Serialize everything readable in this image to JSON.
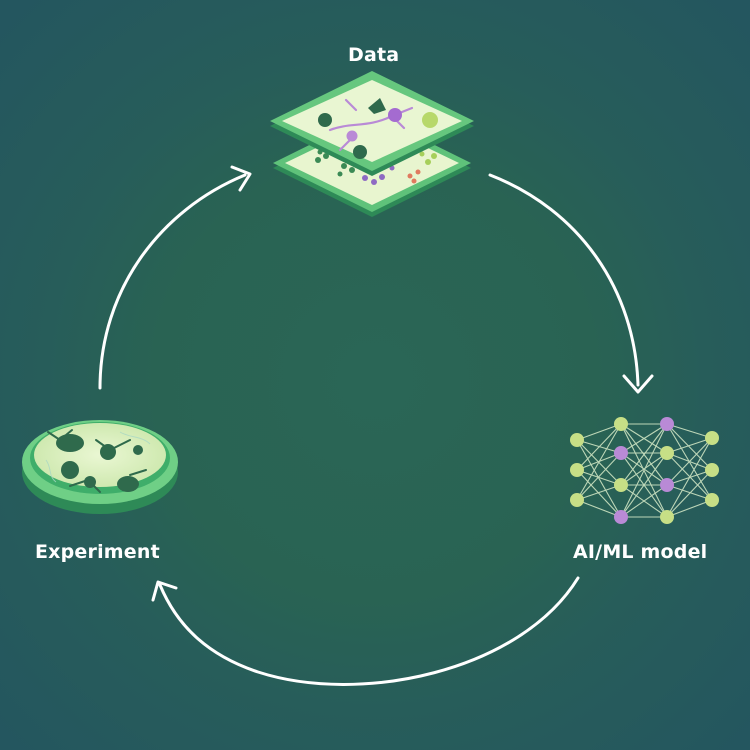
{
  "labels": {
    "data": "Data",
    "model": "AI/ML model",
    "experiment": "Experiment"
  },
  "colors": {
    "background": "#24585f",
    "arrow": "#ffffff",
    "accent_green": "#3fa86a",
    "panel_fill": "#e7f5cf",
    "cell_purple": "#b98ad6",
    "cell_dark": "#2f6a4c",
    "node_green": "#c7df86",
    "node_purple": "#b98ad6"
  },
  "icons": {
    "data": "stacked-data-layers-icon",
    "model": "neural-network-icon",
    "experiment": "petri-dish-icon"
  }
}
